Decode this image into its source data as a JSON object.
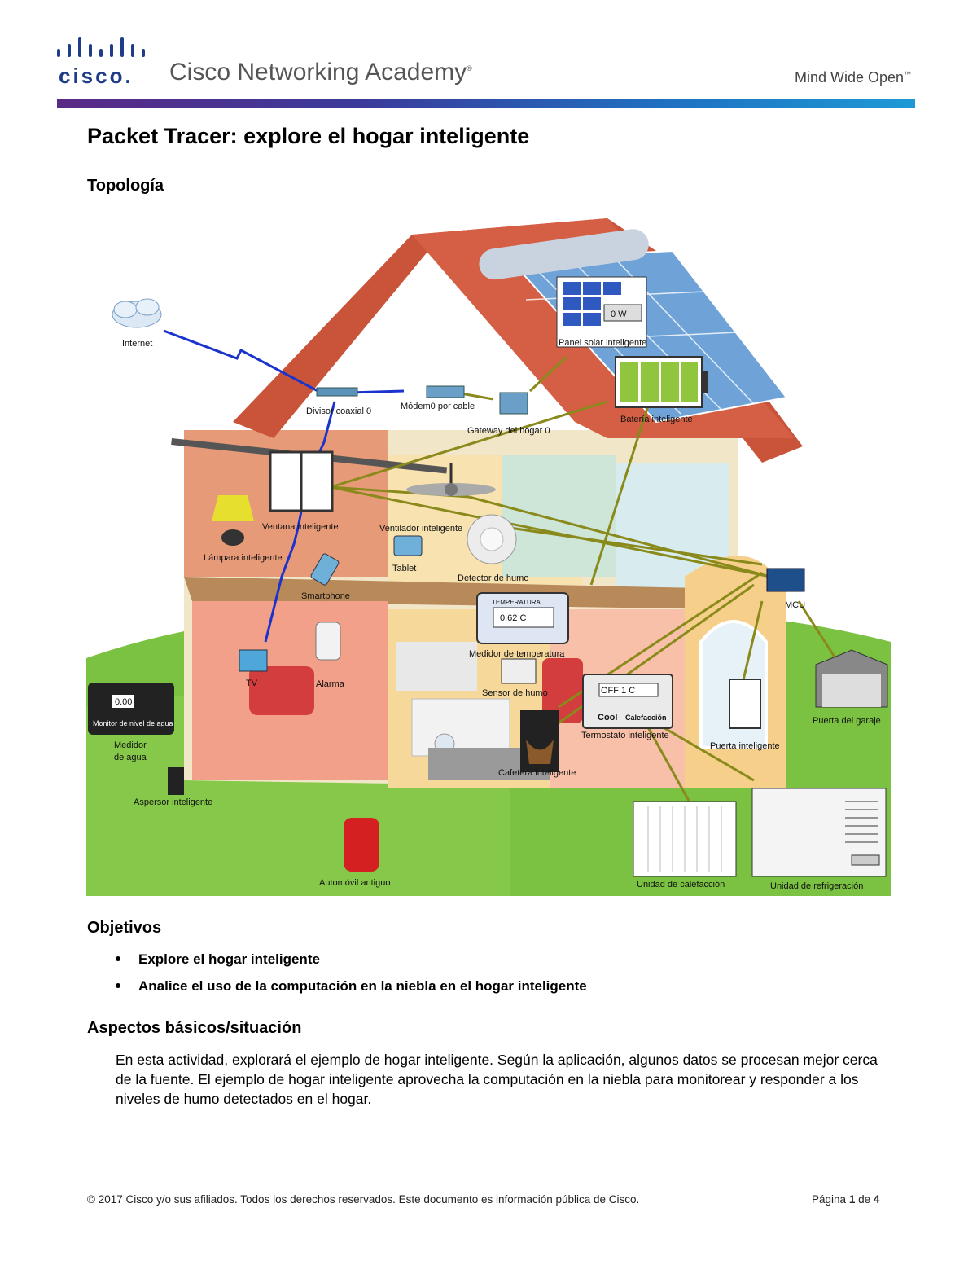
{
  "header": {
    "logo_word": "cisco.",
    "academy": "Cisco Networking Academy",
    "tagline": "Mind Wide Open"
  },
  "doc_title": "Packet Tracer: explore el hogar inteligente",
  "topology": {
    "heading": "Topología",
    "labels": {
      "internet": "Internet",
      "divisor": "Divisor coaxial 0",
      "modem": "Módem0 por cable",
      "gateway": "Gateway del hogar 0",
      "panel": "Panel solar inteligente",
      "panel_value": "0 W",
      "bateria": "Batería inteligente",
      "ventana": "Ventana inteligente",
      "ventilador": "Ventilador inteligente",
      "lampara": "Lámpara inteligente",
      "tablet": "Tablet",
      "smartphone": "Smartphone",
      "detector": "Detector de humo",
      "mcu": "MCU",
      "temp_title": "TEMPERATURA",
      "temp_value": "0.62 C",
      "medidor_temp": "Medidor de temperatura",
      "sensor_humo": "Sensor de humo",
      "termostato_value": "OFF 1 C",
      "cool": "Cool",
      "calefaccion": "Calefacción",
      "termostato": "Termostato inteligente",
      "puerta": "Puerta inteligente",
      "garaje": "Puerta del garaje",
      "tv": "TV",
      "alarma": "Alarma",
      "monitor_value": "0.00",
      "monitor": "Monitor de nivel de agua",
      "medidor_agua_1": "Medidor",
      "medidor_agua_2": "de agua",
      "aspersor": "Aspersor inteligente",
      "cafetera": "Cafetera inteligente",
      "automovil": "Automóvil antiguo",
      "calefaccion_unit": "Unidad de calefacción",
      "refrigeracion_unit": "Unidad de refrigeración"
    }
  },
  "objectives": {
    "heading": "Objetivos",
    "items": [
      "Explore el hogar inteligente",
      "Analice el uso de la computación en la niebla en el hogar inteligente"
    ]
  },
  "background": {
    "heading": "Aspectos básicos/situación",
    "text": "En esta actividad, explorará el ejemplo de hogar inteligente. Según la aplicación, algunos datos se procesan mejor cerca de la fuente. El ejemplo de hogar inteligente aprovecha la computación en la niebla para monitorear y responder a los niveles de humo detectados en el hogar."
  },
  "footer": {
    "copyright": "© 2017 Cisco y/o sus afiliados. Todos los derechos reservados. Este documento es información pública de Cisco.",
    "page_prefix": "Página",
    "page_num": "1",
    "page_of": "de",
    "page_total": "4"
  },
  "colors": {
    "header_bar_start": "#5b2a86",
    "header_bar_end": "#1d9ad6",
    "cisco_blue": "#1f3c88",
    "roof": "#c9543a",
    "grass": "#7cc242",
    "wire_blue": "#1a33cc",
    "wire_olive": "#8a8a1c"
  }
}
